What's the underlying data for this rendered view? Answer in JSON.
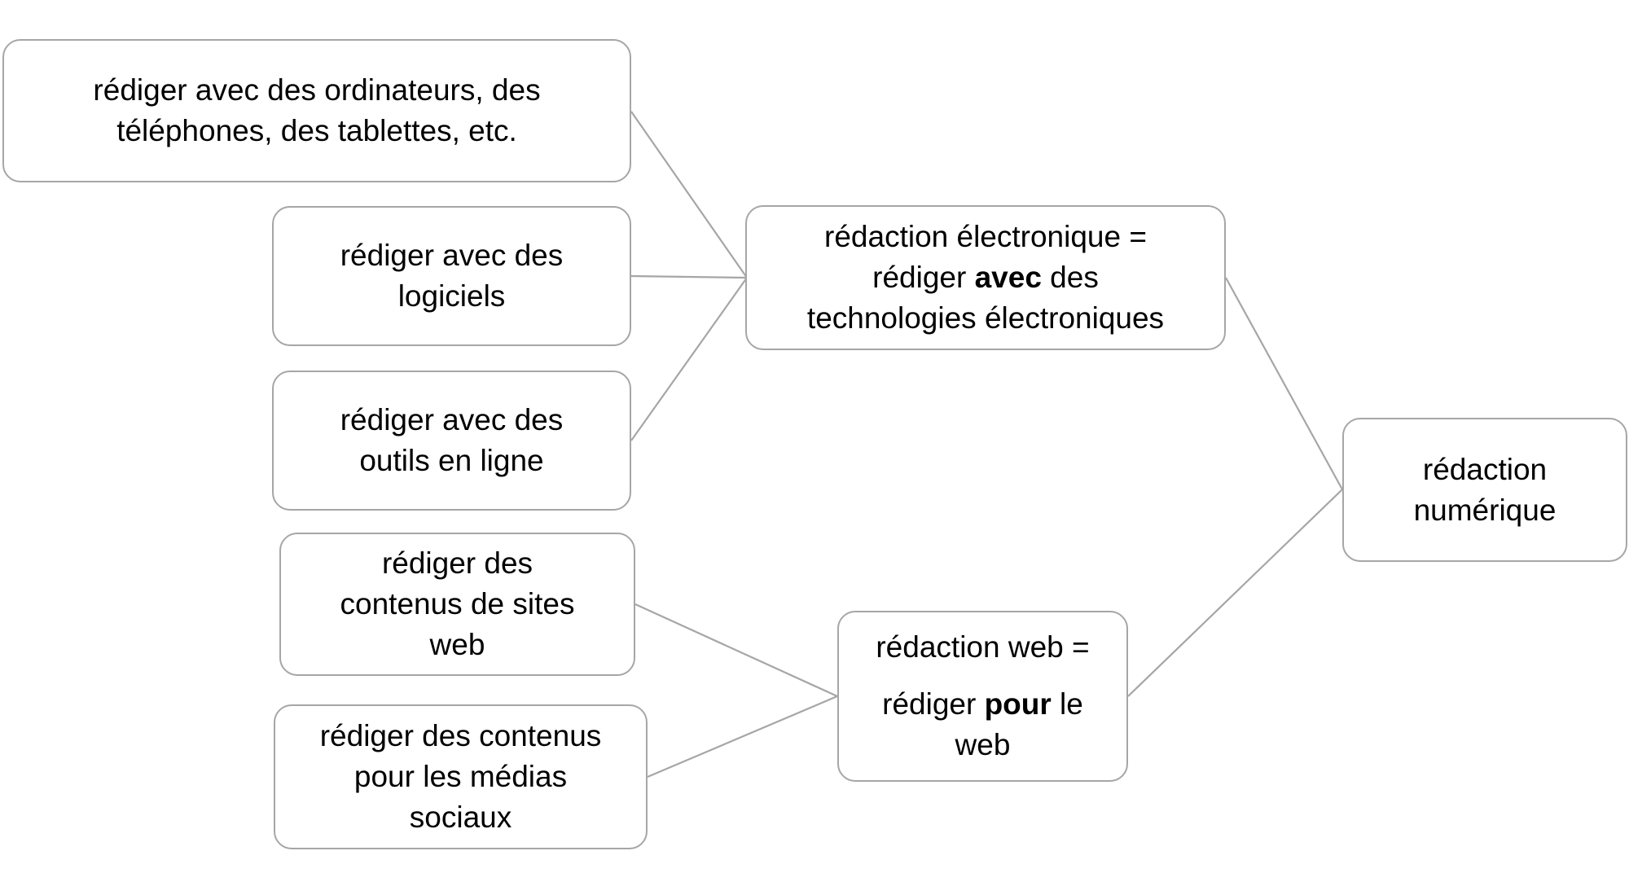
{
  "diagram": {
    "colors": {
      "background": "#ffffff",
      "box_border": "#a6a6a6",
      "connector_line": "#a6a6a6",
      "text": "#000000"
    },
    "nodes": {
      "ordinateurs": {
        "label": "rédiger avec des ordinateurs, des téléphones, des tablettes, etc.",
        "lines": [
          {
            "segments": [
              {
                "t": "rédiger avec des ordinateurs, des"
              }
            ]
          },
          {
            "segments": [
              {
                "t": "téléphones, des tablettes, etc."
              }
            ]
          }
        ]
      },
      "logiciels": {
        "label": "rédiger avec des logiciels",
        "lines": [
          {
            "segments": [
              {
                "t": "rédiger avec des"
              }
            ]
          },
          {
            "segments": [
              {
                "t": "logiciels"
              }
            ]
          }
        ]
      },
      "outils_en_ligne": {
        "label": "rédiger avec des outils en ligne",
        "lines": [
          {
            "segments": [
              {
                "t": "rédiger avec des"
              }
            ]
          },
          {
            "segments": [
              {
                "t": "outils en ligne"
              }
            ]
          }
        ]
      },
      "sites_web": {
        "label": "rédiger des contenus de sites web",
        "lines": [
          {
            "segments": [
              {
                "t": "rédiger des"
              }
            ]
          },
          {
            "segments": [
              {
                "t": "contenus de sites"
              }
            ]
          },
          {
            "segments": [
              {
                "t": "web"
              }
            ]
          }
        ]
      },
      "medias_sociaux": {
        "label": "rédiger des contenus pour les médias sociaux",
        "lines": [
          {
            "segments": [
              {
                "t": "rédiger des contenus"
              }
            ]
          },
          {
            "segments": [
              {
                "t": "pour les médias"
              }
            ]
          },
          {
            "segments": [
              {
                "t": "sociaux"
              }
            ]
          }
        ]
      },
      "electronique": {
        "label": "rédaction électronique = rédiger avec des technologies électroniques",
        "lines": [
          {
            "segments": [
              {
                "t": "rédaction électronique ="
              }
            ]
          },
          {
            "segments": [
              {
                "t": "rédiger "
              },
              {
                "t": "avec",
                "b": true
              },
              {
                "t": " des"
              }
            ]
          },
          {
            "segments": [
              {
                "t": "technologies électroniques"
              }
            ]
          }
        ]
      },
      "web": {
        "label": "rédaction web = rédiger pour le web",
        "lines": [
          {
            "segments": [
              {
                "t": "rédaction web ="
              }
            ]
          },
          {
            "gap": true,
            "segments": [
              {
                "t": "rédiger "
              },
              {
                "t": "pour",
                "b": true
              },
              {
                "t": " le"
              }
            ]
          },
          {
            "segments": [
              {
                "t": "web"
              }
            ]
          }
        ]
      },
      "numerique": {
        "label": "rédaction numérique",
        "lines": [
          {
            "segments": [
              {
                "t": "rédaction"
              }
            ]
          },
          {
            "segments": [
              {
                "t": "numérique"
              }
            ]
          }
        ]
      }
    },
    "edges": [
      {
        "from": "ordinateurs",
        "to": "electronique"
      },
      {
        "from": "logiciels",
        "to": "electronique"
      },
      {
        "from": "outils_en_ligne",
        "to": "electronique"
      },
      {
        "from": "sites_web",
        "to": "web"
      },
      {
        "from": "medias_sociaux",
        "to": "web"
      },
      {
        "from": "electronique",
        "to": "numerique"
      },
      {
        "from": "web",
        "to": "numerique"
      }
    ]
  }
}
